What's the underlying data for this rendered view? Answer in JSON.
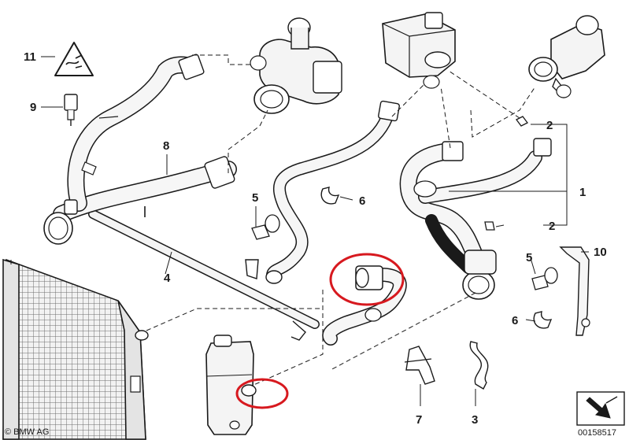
{
  "parts": [
    {
      "id": "part-1",
      "number": "1"
    },
    {
      "id": "part-2a",
      "number": "2"
    },
    {
      "id": "part-2b",
      "number": "2"
    },
    {
      "id": "part-3",
      "number": "3"
    },
    {
      "id": "part-4",
      "number": "4"
    },
    {
      "id": "part-5a",
      "number": "5"
    },
    {
      "id": "part-5b",
      "number": "5"
    },
    {
      "id": "part-6a",
      "number": "6"
    },
    {
      "id": "part-6b",
      "number": "6"
    },
    {
      "id": "part-7",
      "number": "7"
    },
    {
      "id": "part-8",
      "number": "8"
    },
    {
      "id": "part-9",
      "number": "9"
    },
    {
      "id": "part-10",
      "number": "10"
    },
    {
      "id": "part-11",
      "number": "11"
    }
  ],
  "footer": {
    "brand": "© BMW AG",
    "diagram_id": "00158517"
  },
  "highlight_color": "#d7191f",
  "line_color": "#1a1a1a"
}
